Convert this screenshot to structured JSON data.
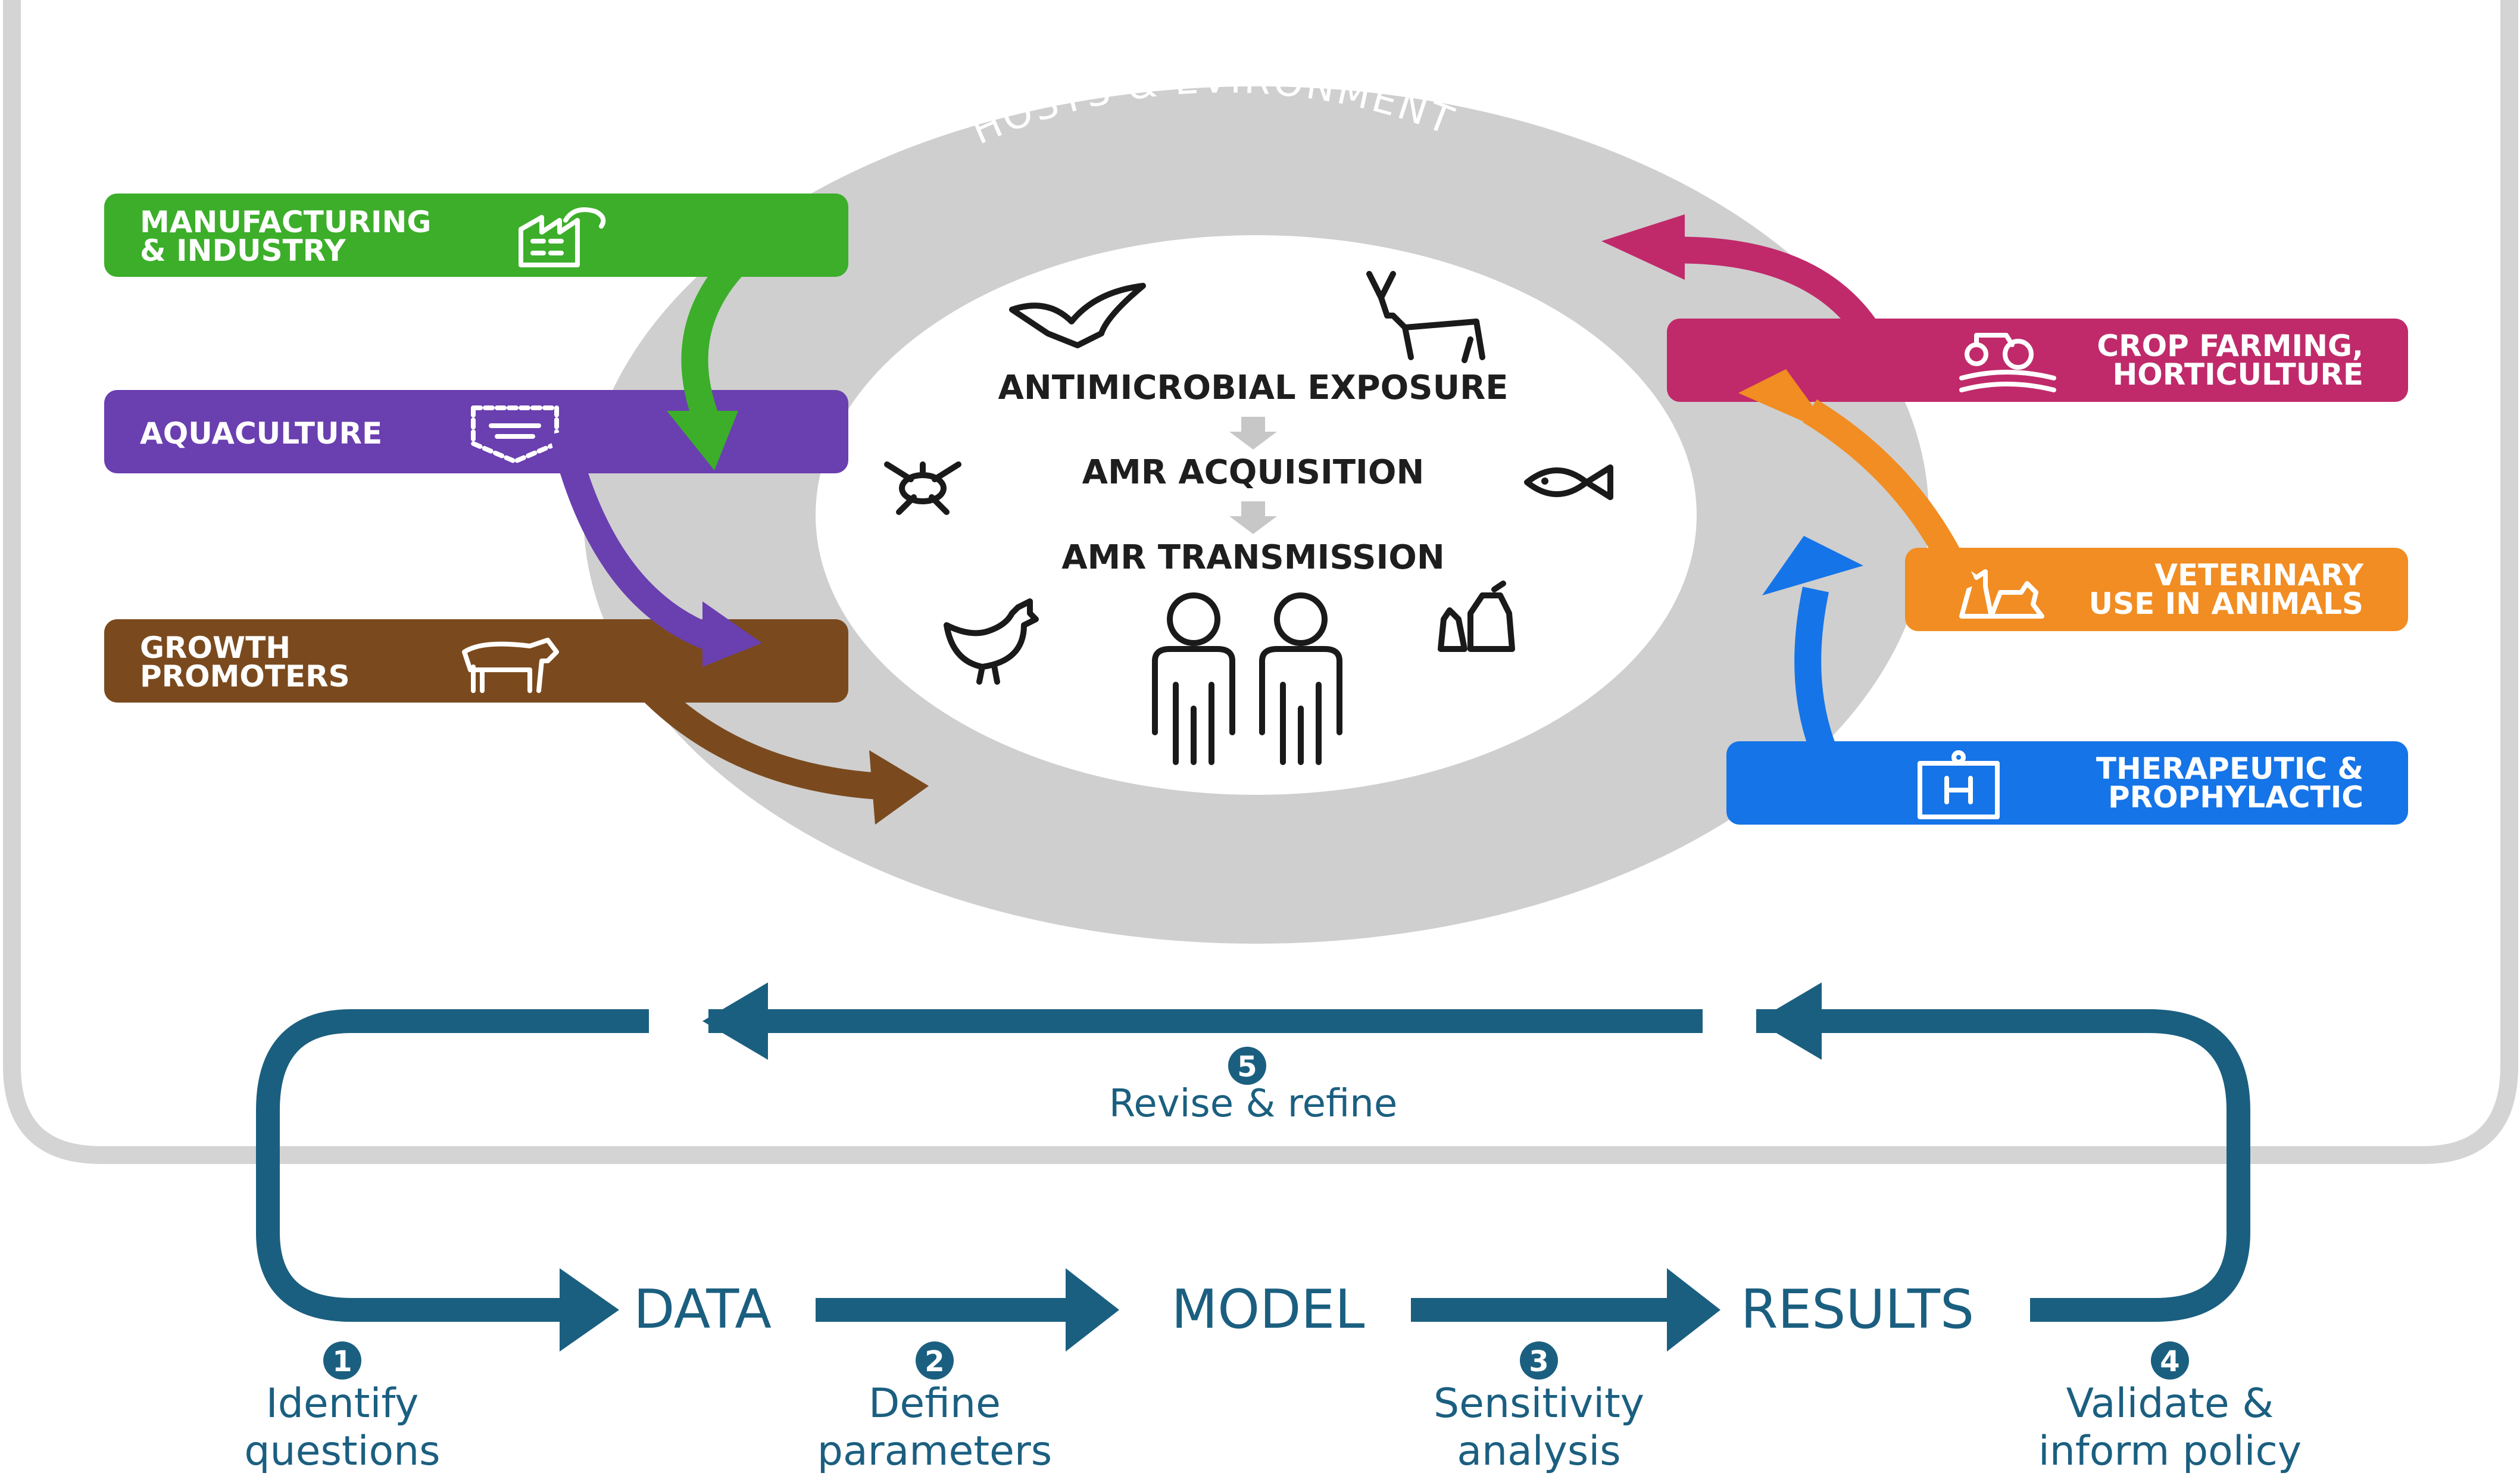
{
  "colors": {
    "frame": "#d4d4d4",
    "ring": "#cfcfcf",
    "manufacturing": "#3cae2a",
    "aquaculture": "#6a3fb0",
    "growth": "#7a4a1e",
    "crop": "#c02a6a",
    "veterinary": "#f18d22",
    "therapeutic": "#1574e8",
    "cycle": "#1b5f80"
  },
  "ring": {
    "title": "HOSTS & EVIRONMENT"
  },
  "center": {
    "line1": "ANTIMICROBIAL EXPOSURE",
    "line2": "AMR ACQUISITION",
    "line3": "AMR TRANSMISSION",
    "animals": [
      "eagle-icon",
      "deer-icon",
      "mosquito-icon",
      "fish-icon",
      "rooster-icon",
      "people-icon",
      "cat-dog-icon"
    ]
  },
  "sources_left": [
    {
      "line1": "MANUFACTURING",
      "line2": "& INDUSTRY",
      "icon": "factory-icon"
    },
    {
      "line1": "AQUACULTURE",
      "line2": "",
      "icon": "fish-net-icon"
    },
    {
      "line1": "GROWTH",
      "line2": "PROMOTERS",
      "icon": "cow-icon"
    }
  ],
  "sources_right": [
    {
      "line1": "CROP FARMING,",
      "line2": "HORTICULTURE",
      "icon": "tractor-icon"
    },
    {
      "line1": "VETERINARY",
      "line2": "USE IN ANIMALS",
      "icon": "pets-icon"
    },
    {
      "line1": "THERAPEUTIC &",
      "line2": "PROPHYLACTIC",
      "icon": "hospital-icon"
    }
  ],
  "cycle": {
    "stages": [
      "DATA",
      "MODEL",
      "RESULTS"
    ],
    "steps": [
      {
        "num": "1",
        "line1": "Identify",
        "line2": "questions"
      },
      {
        "num": "2",
        "line1": "Define",
        "line2": "parameters"
      },
      {
        "num": "3",
        "line1": "Sensitivity",
        "line2": "analysis"
      },
      {
        "num": "4",
        "line1": "Validate &",
        "line2": "inform policy"
      }
    ],
    "revise": {
      "num": "5",
      "label": "Revise & refine"
    }
  }
}
